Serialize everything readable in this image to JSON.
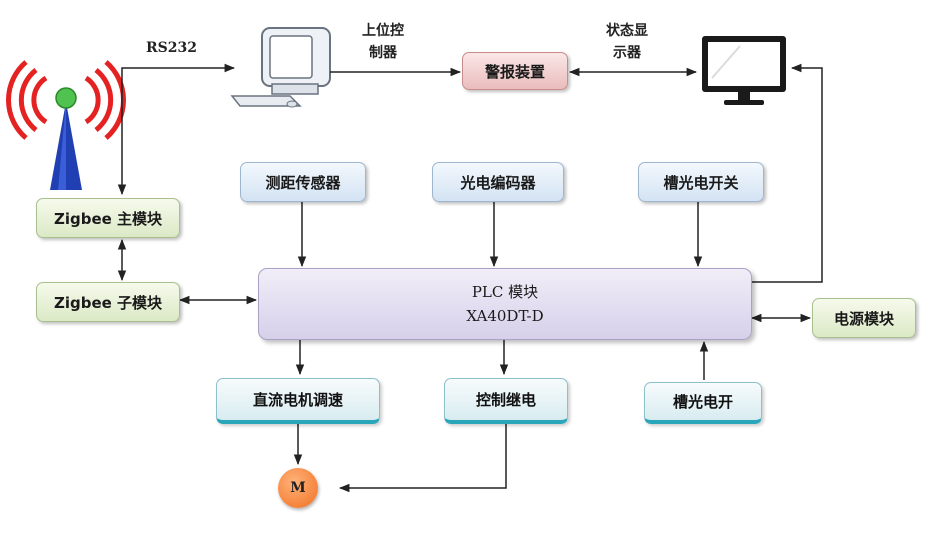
{
  "modules": {
    "zigbee_master": "Zigbee 主模块",
    "zigbee_slave": "Zigbee 子模块",
    "alarm": "警报装置",
    "ranging_sensor": "测距传感器",
    "photo_encoder": "光电编码器",
    "slot_switch_top": "槽光电开关",
    "plc_line1": "PLC 模块",
    "plc_line2": "XA40DT-D",
    "power": "电源模块",
    "dc_motor_speed": "直流电机调速",
    "control_relay": "控制继电",
    "slot_switch_bottom": "槽光电开",
    "motor": "M"
  },
  "labels": {
    "rs232": "RS232",
    "host_line1": "上位控",
    "host_line2": "制器",
    "status_line1": "状态显",
    "status_line2": "示器"
  }
}
